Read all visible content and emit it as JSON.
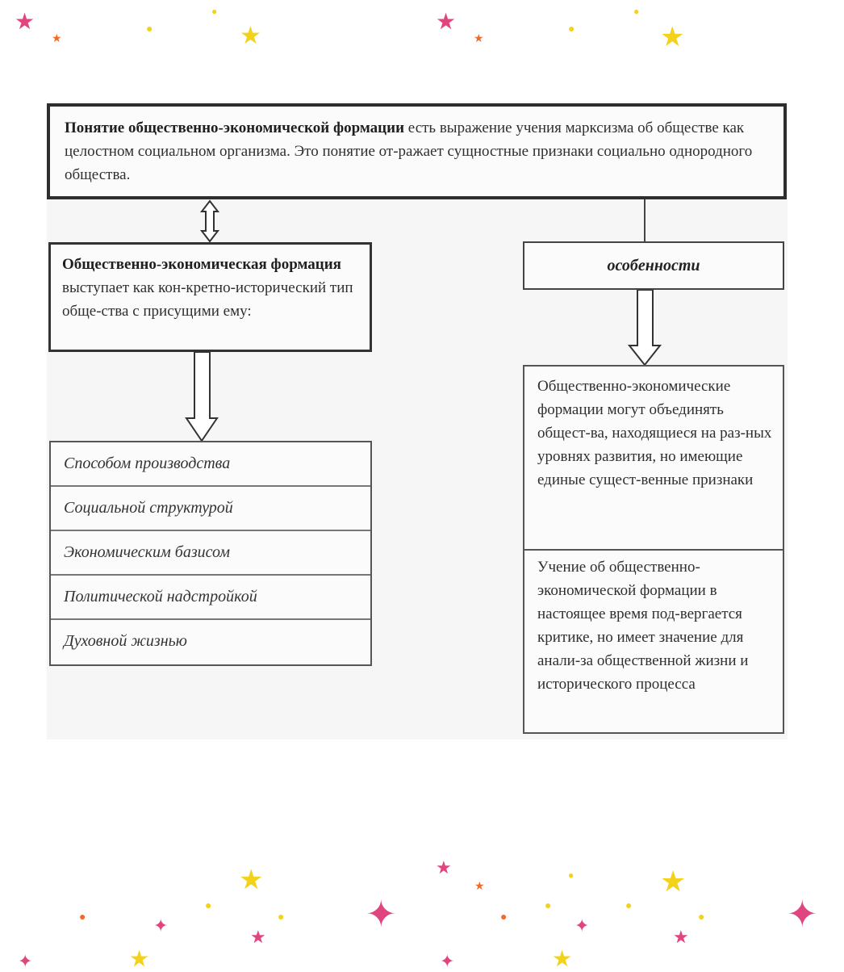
{
  "definition": {
    "term": "Понятие общественно-экономической формации",
    "text": "есть выражение учения марксизма об обществе как целостном социальном организма. Это понятие от-ражает сущностные признаки социально однородного общества."
  },
  "formation": {
    "term": "Общественно-экономическая формация",
    "text": "выступает как кон-кретно-исторический тип обще-ства с присущими ему:"
  },
  "features_label": "особенности",
  "attributes": [
    "Способом производства",
    "Социальной структурой",
    "Экономическим базисом",
    "Политической надстройкой",
    "Духовной жизнью"
  ],
  "features": [
    "Общественно-экономические формации могут объединять общест-ва, находящиеся на раз-ных уровнях развития, но имеющие единые сущест-венные признаки",
    "Учение об общественно-экономической формации в настоящее время под-вергается критике, но имеет значение для анали-за общественной жизни и исторического процесса"
  ],
  "colors": {
    "border": "#333333",
    "star_pink": "#e0457f",
    "star_yellow": "#f2d21b",
    "star_orange": "#f06a2a"
  }
}
